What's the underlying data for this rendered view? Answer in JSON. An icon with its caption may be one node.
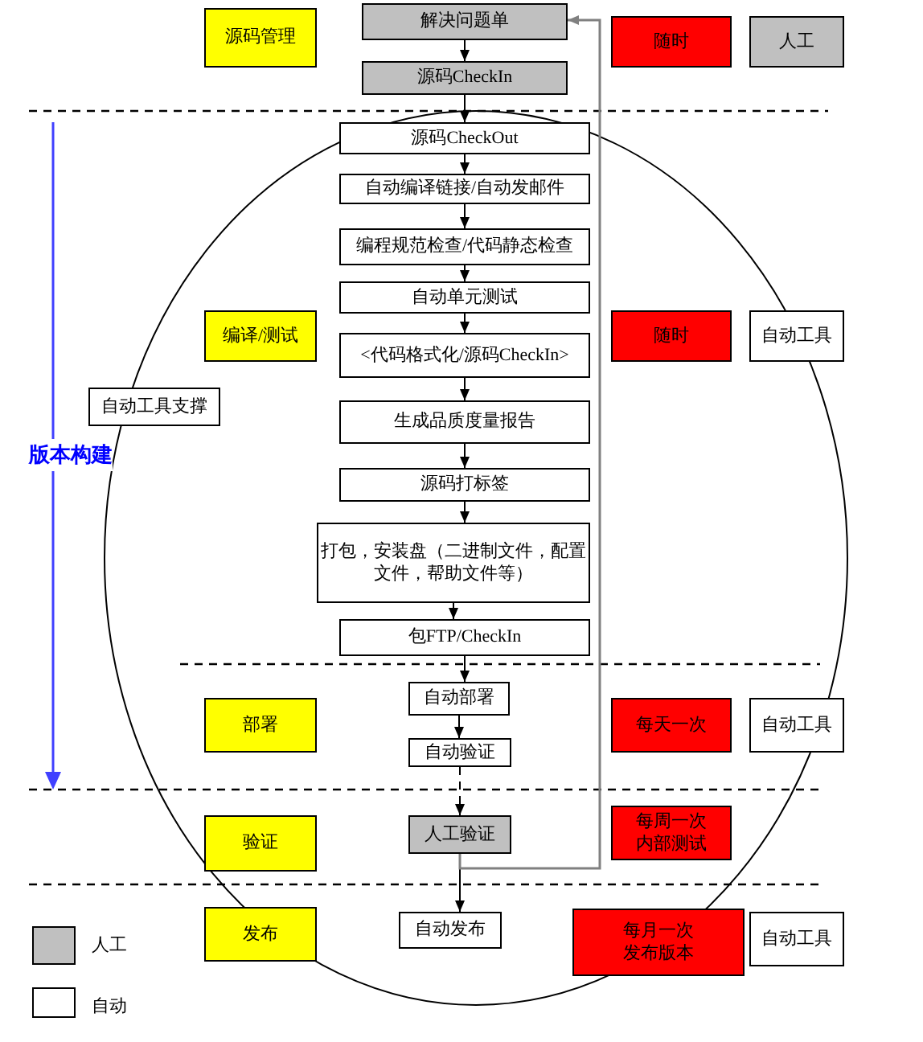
{
  "diagram": {
    "nodes": [
      {
        "text": [
          "源码管理"
        ]
      },
      {
        "text": [
          "解决问题单"
        ]
      },
      {
        "text": [
          "随时"
        ]
      },
      {
        "text": [
          "人工"
        ]
      },
      {
        "text": [
          "源码CheckIn"
        ]
      },
      {
        "text": [
          "源码CheckOut"
        ]
      },
      {
        "text": [
          "自动编译链接/自动发邮件"
        ]
      },
      {
        "text": [
          "编程规范检查/代码静态检查"
        ]
      },
      {
        "text": [
          "自动单元测试"
        ]
      },
      {
        "text": [
          "编译/测试"
        ]
      },
      {
        "text": [
          "随时"
        ]
      },
      {
        "text": [
          "自动工具"
        ]
      },
      {
        "text": [
          "<代码格式化/源码CheckIn>"
        ]
      },
      {
        "text": [
          "自动工具支撑"
        ]
      },
      {
        "text": [
          "生成品质度量报告"
        ]
      },
      {
        "text": [
          "源码打标签"
        ]
      },
      {
        "text": [
          "打包，安装盘（二进制文件，配置文件，帮助文件等）"
        ]
      },
      {
        "text": [
          "包FTP/CheckIn"
        ]
      },
      {
        "text": [
          "自动部署"
        ]
      },
      {
        "text": [
          "部署"
        ]
      },
      {
        "text": [
          "每天一次"
        ]
      },
      {
        "text": [
          "自动工具"
        ]
      },
      {
        "text": [
          "自动验证"
        ]
      },
      {
        "text": [
          "人工验证"
        ]
      },
      {
        "text": [
          "验证"
        ]
      },
      {
        "text": [
          "每周一次内部测试"
        ]
      },
      {
        "text": [
          "发布"
        ]
      },
      {
        "text": [
          "自动发布"
        ]
      },
      {
        "text": [
          "每月一次发布版本"
        ]
      },
      {
        "text": [
          "自动工具"
        ]
      }
    ],
    "edges": [
      {
        "from": 1,
        "to": 4,
        "arrow": "to"
      },
      {
        "from": 4,
        "to": 5,
        "arrow": "to"
      },
      {
        "from": 5,
        "to": 6,
        "arrow": "to"
      },
      {
        "from": 6,
        "to": 7,
        "arrow": "to"
      },
      {
        "from": 7,
        "to": 8,
        "arrow": "to"
      },
      {
        "from": 8,
        "to": 12,
        "arrow": "to"
      },
      {
        "from": 12,
        "to": 14,
        "arrow": "to"
      },
      {
        "from": 14,
        "to": 15,
        "arrow": "to"
      },
      {
        "from": 15,
        "to": 16,
        "arrow": "to"
      },
      {
        "from": 16,
        "to": 17,
        "arrow": "to"
      },
      {
        "from": 17,
        "to": 18,
        "arrow": "to"
      },
      {
        "from": 18,
        "to": 22,
        "arrow": "to"
      },
      {
        "from": 22,
        "to": 23,
        "arrow": "to",
        "style": "dashed"
      },
      {
        "from": 23,
        "to": 27,
        "arrow": "to"
      },
      {
        "from": 23,
        "to": 1,
        "arrow": "to",
        "color": "#808080"
      }
    ],
    "labels": [
      "版本构建"
    ],
    "legend": [
      {
        "text": "人工",
        "color": "#c0c0c0"
      },
      {
        "text": "自动",
        "color": "#ffffff"
      }
    ]
  }
}
